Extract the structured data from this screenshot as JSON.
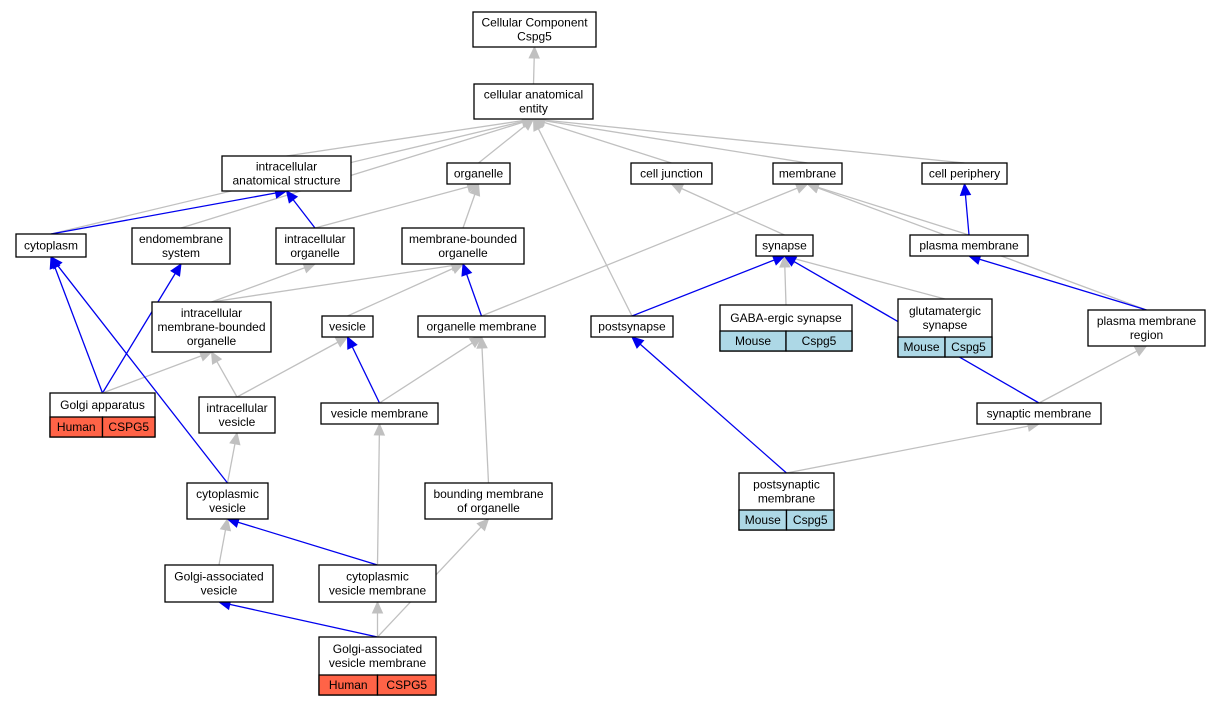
{
  "colors": {
    "gray_edge": "#c0c0c0",
    "blue_edge": "#0000ee",
    "human_tag": "#ff6347",
    "mouse_tag": "#add8e6"
  },
  "nodes": [
    {
      "id": "root",
      "lines": [
        "Cellular Component",
        "Cspg5"
      ]
    },
    {
      "id": "cae",
      "lines": [
        "cellular anatomical",
        "entity"
      ]
    },
    {
      "id": "ias",
      "lines": [
        "intracellular",
        "anatomical structure"
      ]
    },
    {
      "id": "organelle",
      "lines": [
        "organelle"
      ]
    },
    {
      "id": "celljunction",
      "lines": [
        "cell junction"
      ]
    },
    {
      "id": "membrane",
      "lines": [
        "membrane"
      ]
    },
    {
      "id": "cellperiphery",
      "lines": [
        "cell periphery"
      ]
    },
    {
      "id": "cytoplasm",
      "lines": [
        "cytoplasm"
      ]
    },
    {
      "id": "endomembrane",
      "lines": [
        "endomembrane",
        "system"
      ]
    },
    {
      "id": "intraorg",
      "lines": [
        "intracellular",
        "organelle"
      ]
    },
    {
      "id": "mbo",
      "lines": [
        "membrane-bounded",
        "organelle"
      ]
    },
    {
      "id": "synapse",
      "lines": [
        "synapse"
      ]
    },
    {
      "id": "plasmamembrane",
      "lines": [
        "plasma membrane"
      ]
    },
    {
      "id": "imbo",
      "lines": [
        "intracellular",
        "membrane-bounded",
        "organelle"
      ]
    },
    {
      "id": "vesicle",
      "lines": [
        "vesicle"
      ]
    },
    {
      "id": "orgmembrane",
      "lines": [
        "organelle membrane"
      ]
    },
    {
      "id": "postsynapse",
      "lines": [
        "postsynapse"
      ]
    },
    {
      "id": "gaba",
      "lines": [
        "GABA-ergic synapse"
      ],
      "tags": [
        "Mouse",
        "Cspg5"
      ],
      "tag_color": "mouse"
    },
    {
      "id": "glut",
      "lines": [
        "glutamatergic",
        "synapse"
      ],
      "tags": [
        "Mouse",
        "Cspg5"
      ],
      "tag_color": "mouse"
    },
    {
      "id": "pmr",
      "lines": [
        "plasma membrane",
        "region"
      ]
    },
    {
      "id": "golgi",
      "lines": [
        "Golgi apparatus"
      ],
      "tags": [
        "Human",
        "CSPG5"
      ],
      "tag_color": "human"
    },
    {
      "id": "intravesicle",
      "lines": [
        "intracellular",
        "vesicle"
      ]
    },
    {
      "id": "vesmembrane",
      "lines": [
        "vesicle membrane"
      ]
    },
    {
      "id": "synmembrane",
      "lines": [
        "synaptic membrane"
      ]
    },
    {
      "id": "psm",
      "lines": [
        "postsynaptic",
        "membrane"
      ],
      "tags": [
        "Mouse",
        "Cspg5"
      ],
      "tag_color": "mouse"
    },
    {
      "id": "cytovesicle",
      "lines": [
        "cytoplasmic",
        "vesicle"
      ]
    },
    {
      "id": "bmo",
      "lines": [
        "bounding membrane",
        "of organelle"
      ]
    },
    {
      "id": "gav",
      "lines": [
        "Golgi-associated",
        "vesicle"
      ]
    },
    {
      "id": "cvm",
      "lines": [
        "cytoplasmic",
        "vesicle membrane"
      ]
    },
    {
      "id": "gavm",
      "lines": [
        "Golgi-associated",
        "vesicle membrane"
      ],
      "tags": [
        "Human",
        "CSPG5"
      ],
      "tag_color": "human"
    }
  ],
  "edges": [
    {
      "from": "cae",
      "to": "root",
      "kind": "is_a"
    },
    {
      "from": "ias",
      "to": "cae",
      "kind": "is_a"
    },
    {
      "from": "organelle",
      "to": "cae",
      "kind": "is_a"
    },
    {
      "from": "celljunction",
      "to": "cae",
      "kind": "is_a"
    },
    {
      "from": "membrane",
      "to": "cae",
      "kind": "is_a"
    },
    {
      "from": "cellperiphery",
      "to": "cae",
      "kind": "is_a"
    },
    {
      "from": "cytoplasm",
      "to": "cae",
      "kind": "is_a"
    },
    {
      "from": "endomembrane",
      "to": "cae",
      "kind": "is_a"
    },
    {
      "from": "postsynapse",
      "to": "cae",
      "kind": "is_a"
    },
    {
      "from": "cytoplasm",
      "to": "ias",
      "kind": "part_of"
    },
    {
      "from": "intraorg",
      "to": "ias",
      "kind": "part_of"
    },
    {
      "from": "intraorg",
      "to": "organelle",
      "kind": "is_a"
    },
    {
      "from": "mbo",
      "to": "organelle",
      "kind": "is_a"
    },
    {
      "from": "synapse",
      "to": "celljunction",
      "kind": "is_a"
    },
    {
      "from": "orgmembrane",
      "to": "membrane",
      "kind": "is_a"
    },
    {
      "from": "plasmamembrane",
      "to": "membrane",
      "kind": "is_a"
    },
    {
      "from": "pmr",
      "to": "membrane",
      "kind": "is_a"
    },
    {
      "from": "plasmamembrane",
      "to": "cellperiphery",
      "kind": "part_of"
    },
    {
      "from": "imbo",
      "to": "intraorg",
      "kind": "is_a"
    },
    {
      "from": "imbo",
      "to": "mbo",
      "kind": "is_a"
    },
    {
      "from": "vesicle",
      "to": "mbo",
      "kind": "is_a"
    },
    {
      "from": "orgmembrane",
      "to": "mbo",
      "kind": "part_of"
    },
    {
      "from": "gaba",
      "to": "synapse",
      "kind": "is_a"
    },
    {
      "from": "glut",
      "to": "synapse",
      "kind": "is_a"
    },
    {
      "from": "postsynapse",
      "to": "synapse",
      "kind": "part_of"
    },
    {
      "from": "synmembrane",
      "to": "synapse",
      "kind": "part_of"
    },
    {
      "from": "pmr",
      "to": "plasmamembrane",
      "kind": "part_of"
    },
    {
      "from": "golgi",
      "to": "cytoplasm",
      "kind": "part_of"
    },
    {
      "from": "golgi",
      "to": "endomembrane",
      "kind": "part_of"
    },
    {
      "from": "golgi",
      "to": "imbo",
      "kind": "is_a"
    },
    {
      "from": "intravesicle",
      "to": "imbo",
      "kind": "is_a"
    },
    {
      "from": "intravesicle",
      "to": "vesicle",
      "kind": "is_a"
    },
    {
      "from": "vesmembrane",
      "to": "vesicle",
      "kind": "part_of"
    },
    {
      "from": "vesmembrane",
      "to": "orgmembrane",
      "kind": "is_a"
    },
    {
      "from": "bmo",
      "to": "orgmembrane",
      "kind": "is_a"
    },
    {
      "from": "synmembrane",
      "to": "pmr",
      "kind": "is_a"
    },
    {
      "from": "psm",
      "to": "postsynapse",
      "kind": "part_of"
    },
    {
      "from": "psm",
      "to": "synmembrane",
      "kind": "is_a"
    },
    {
      "from": "cytovesicle",
      "to": "intravesicle",
      "kind": "is_a"
    },
    {
      "from": "cytovesicle",
      "to": "cytoplasm",
      "kind": "part_of"
    },
    {
      "from": "gav",
      "to": "cytovesicle",
      "kind": "is_a"
    },
    {
      "from": "cvm",
      "to": "cytovesicle",
      "kind": "part_of"
    },
    {
      "from": "cvm",
      "to": "vesmembrane",
      "kind": "is_a"
    },
    {
      "from": "gavm",
      "to": "gav",
      "kind": "part_of"
    },
    {
      "from": "gavm",
      "to": "cvm",
      "kind": "is_a"
    },
    {
      "from": "gavm",
      "to": "bmo",
      "kind": "is_a"
    }
  ]
}
